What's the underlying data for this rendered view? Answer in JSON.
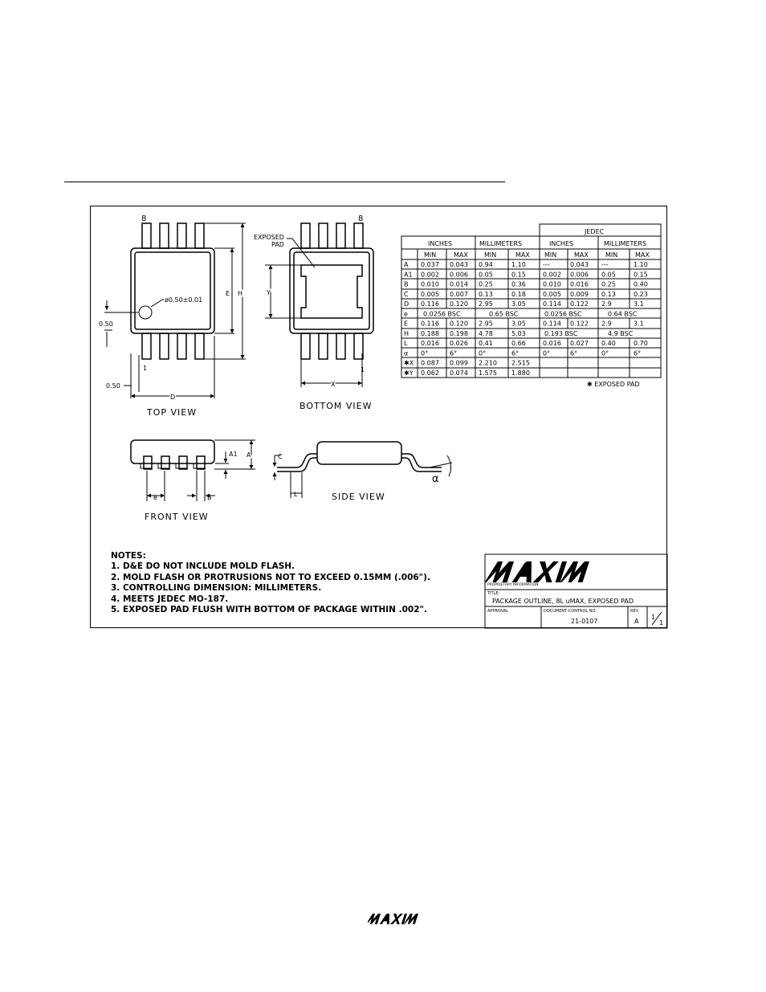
{
  "views": {
    "top_view": "TOP VIEW",
    "bottom_view": "BOTTOM VIEW",
    "front_view": "FRONT VIEW",
    "side_view": "SIDE VIEW"
  },
  "labels": {
    "pin8_top": "8",
    "pin8_bottom": "8",
    "pin1_top": "1",
    "pin1_bottom": "1",
    "exposed_pad_1": "EXPOSED",
    "exposed_pad_2": "PAD",
    "hole": "ø0.50±0.01",
    "dim_050_a": "0.50",
    "dim_050_b": "0.50",
    "E": "E",
    "H": "H",
    "D": "D",
    "Y": "Y",
    "X": "X",
    "A": "A",
    "A1": "A1",
    "e": "e",
    "B": "B",
    "C": "C",
    "L": "L",
    "alpha": "α"
  },
  "table": {
    "jedec": "JEDEC",
    "groups": [
      "INCHES",
      "MILLIMETERS",
      "INCHES",
      "MILLIMETERS"
    ],
    "subheads": [
      "MIN",
      "MAX",
      "MIN",
      "MAX",
      "MIN",
      "MAX",
      "MIN",
      "MAX"
    ],
    "rows": [
      [
        "A",
        "0.037",
        "0.043",
        "0.94",
        "1.10",
        "---",
        "0.043",
        "---",
        "1.10"
      ],
      [
        "A1",
        "0.002",
        "0.006",
        "0.05",
        "0.15",
        "0.002",
        "0.006",
        "0.05",
        "0.15"
      ],
      [
        "B",
        "0.010",
        "0.014",
        "0.25",
        "0.36",
        "0.010",
        "0.016",
        "0.25",
        "0.40"
      ],
      [
        "C",
        "0.005",
        "0.007",
        "0.13",
        "0.18",
        "0.005",
        "0.009",
        "0.13",
        "0.23"
      ],
      [
        "D",
        "0.116",
        "0.120",
        "2.95",
        "3.05",
        "0.114",
        "0.122",
        "2.9",
        "3.1"
      ],
      [
        "e",
        "0.0256  BSC",
        "",
        "0.65  BSC",
        "",
        "0.0256  BSC",
        "",
        "0.64  BSC",
        ""
      ],
      [
        "E",
        "0.116",
        "0.120",
        "2.95",
        "3.05",
        "0.114",
        "0.122",
        "2.9",
        "3.1"
      ],
      [
        "H",
        "0.188",
        "0.198",
        "4.78",
        "5.03",
        "0.193  BSC",
        "",
        "4.9  BSC",
        ""
      ],
      [
        "L",
        "0.016",
        "0.026",
        "0.41",
        "0.66",
        "0.016",
        "0.027",
        "0.40",
        "0.70"
      ],
      [
        "α",
        "0°",
        "6°",
        "0°",
        "6°",
        "0°",
        "6°",
        "0°",
        "6°"
      ],
      [
        "✱X",
        "0.087",
        "0.099",
        "2.210",
        "2.515",
        "",
        "",
        "",
        ""
      ],
      [
        "✱Y",
        "0.062",
        "0.074",
        "1.575",
        "1.880",
        "",
        "",
        "",
        ""
      ]
    ],
    "footnote": "✱ EXPOSED PAD"
  },
  "notes": {
    "heading": "NOTES:",
    "items": [
      "1. D&E DO NOT INCLUDE MOLD FLASH.",
      "2. MOLD FLASH OR PROTRUSIONS NOT TO EXCEED 0.15MM (.006\").",
      "3. CONTROLLING DIMENSION:   MILLIMETERS.",
      "4. MEETS JEDEC MO-187.",
      "5. EXPOSED PAD FLUSH WITH BOTTOM OF PACKAGE WITHIN .002\"."
    ]
  },
  "title_block": {
    "logo": "MAXIM",
    "proprietary": "PROPRIETARY INFORMATION",
    "title_label": "TITLE:",
    "title": "PACKAGE OUTLINE, 8L uMAX, EXPOSED PAD",
    "approval_label": "APPROVAL",
    "doc_label": "DOCUMENT CONTROL NO.",
    "doc_no": "21-0107",
    "rev_label": "REV",
    "rev": "A",
    "sheet_num": "1",
    "sheet_den": "1"
  },
  "footer": {
    "logo": "MAXIM"
  }
}
